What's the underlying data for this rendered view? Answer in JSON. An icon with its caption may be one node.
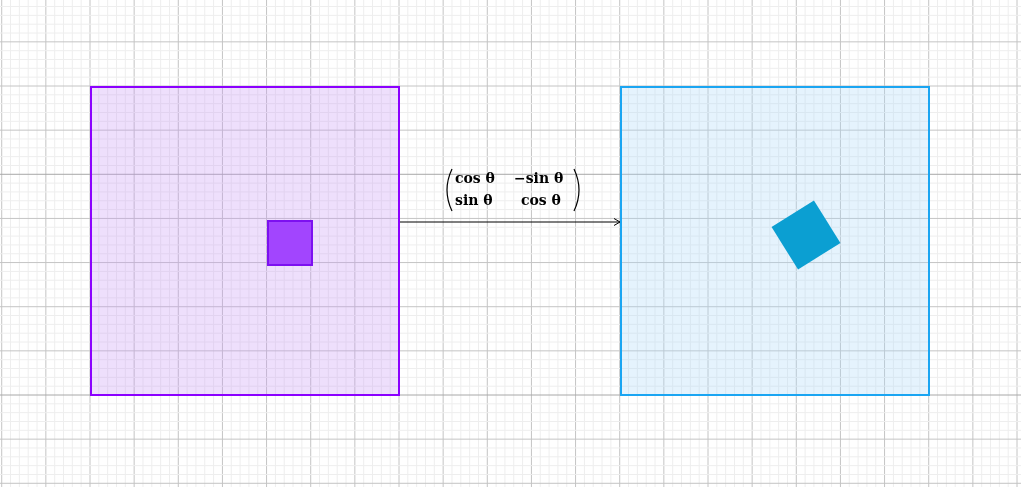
{
  "diagram": {
    "nodes": [
      {
        "text": [],
        "shape": "box"
      },
      {
        "text": [],
        "shape": "box",
        "in": 0
      },
      {
        "text": [],
        "shape": "box"
      },
      {
        "text": [],
        "shape": "box",
        "in": 2
      }
    ],
    "edges": [
      {
        "from": 0,
        "to": 2,
        "arrow": "to"
      }
    ],
    "labels": [
      "cos θ",
      "−sin θ",
      "sin θ",
      "cos θ"
    ]
  }
}
